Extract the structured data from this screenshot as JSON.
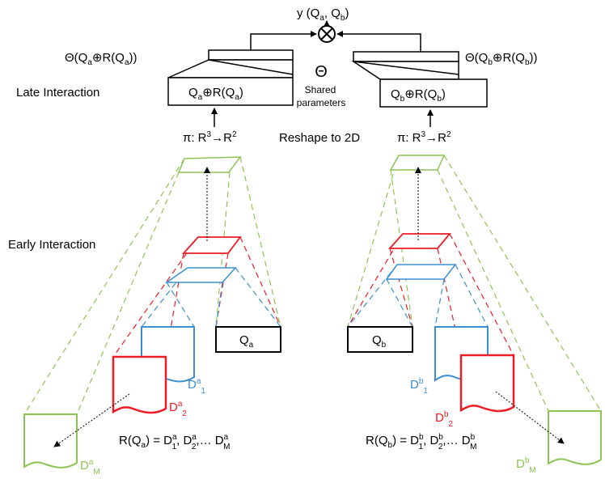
{
  "output": {
    "base": "y (Q",
    "sub_a": "a",
    "mid": ", Q",
    "sub_b": "b",
    "end": ")"
  },
  "theta_a": {
    "base": "Θ(Q",
    "sub1": "a",
    "mid": "⊕R(Q",
    "sub2": "a",
    "end": "))"
  },
  "theta_b": {
    "base": "Θ(Q",
    "sub1": "b",
    "mid": "⊕R(Q",
    "sub2": "b",
    "end": "))"
  },
  "box_a": {
    "base": "Q",
    "sub1": "a",
    "mid": "⊕R(Q",
    "sub2": "a",
    "end": ")"
  },
  "box_b": {
    "base": "Q",
    "sub1": "b",
    "mid": "⊕R(Q",
    "sub2": "b",
    "end": ")"
  },
  "theta_symbol": "Θ",
  "shared": {
    "line1": "Shared",
    "line2": "parameters"
  },
  "late_interaction": "Late Interaction",
  "early_interaction": "Early Interaction",
  "reshape": "Reshape to 2D",
  "pi": {
    "base": "π: R",
    "sup1": "3",
    "arrow": "→R",
    "sup2": "2"
  },
  "query_a": {
    "base": "Q",
    "sub": "a"
  },
  "query_b": {
    "base": "Q",
    "sub": "b"
  },
  "docs_a": {
    "d1": {
      "base": "D",
      "sup": "a",
      "sub": "1"
    },
    "d2": {
      "base": "D",
      "sup": "a",
      "sub": "2"
    },
    "dm": {
      "base": "D",
      "sup": "a",
      "sub": "M"
    }
  },
  "docs_b": {
    "d1": {
      "base": "D",
      "sup": "b",
      "sub": "1"
    },
    "d2": {
      "base": "D",
      "sup": "b",
      "sub": "2"
    },
    "dm": {
      "base": "D",
      "sup": "b",
      "sub": "M"
    }
  },
  "formula_a": {
    "lhs": "R(Q",
    "lhs_sub": "a",
    "lhs_end": ") = D",
    "s1": "a",
    "i1": "1",
    "sep1": ", D",
    "s2": "a",
    "i2": "2",
    "sep2": ",… D",
    "s3": "a",
    "i3": "M"
  },
  "formula_b": {
    "lhs": "R(Q",
    "lhs_sub": "b",
    "lhs_end": ") = D",
    "s1": "b",
    "i1": "1",
    "sep1": ", D",
    "s2": "b",
    "i2": "2",
    "sep2": ",… D",
    "s3": "b",
    "i3": "M"
  },
  "colors": {
    "green": "#8dc454",
    "red": "#ee1c24",
    "blue": "#3a8fd3",
    "black": "#000000"
  }
}
